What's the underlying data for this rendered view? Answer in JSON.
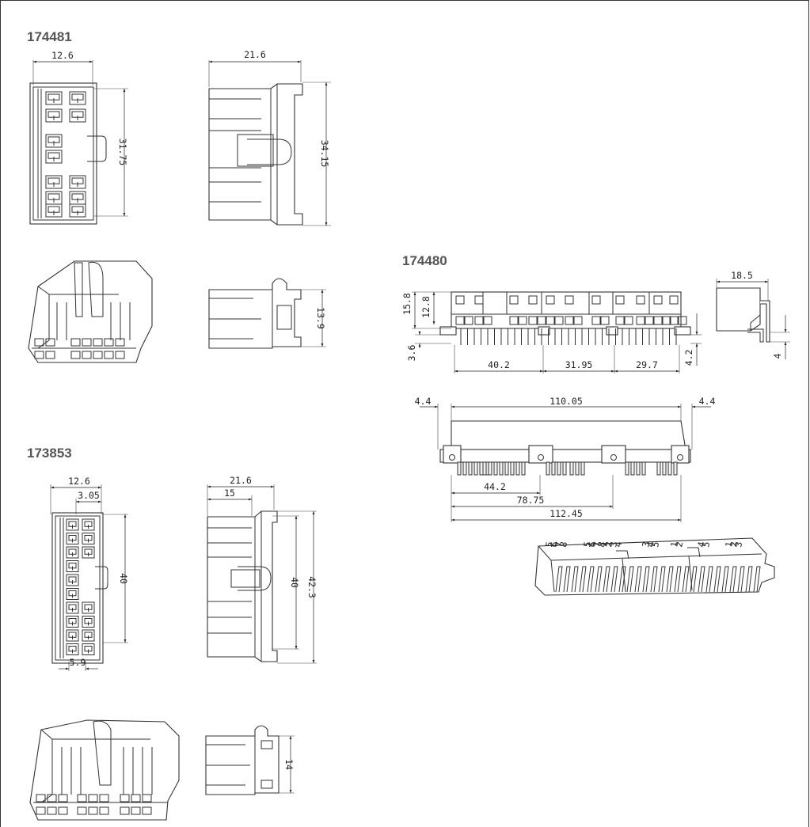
{
  "parts": {
    "p174481": "174481",
    "p174480": "174480",
    "p173853": "173853"
  },
  "dims": {
    "a_w": "12.6",
    "a_h": "31.75",
    "a_side_w": "21.6",
    "a_side_h": "34.15",
    "a_top_h": "13.9",
    "b_h1": "15.8",
    "b_h2": "12.8",
    "b_pin": "3.6",
    "b_s1": "40.2",
    "b_s2": "31.95",
    "b_s3": "29.7",
    "b_r": "4.2",
    "b_side_w": "18.5",
    "b_side_pin": "4",
    "b_edge_l": "4.4",
    "b_span": "110.05",
    "b_edge_r": "4.4",
    "b_m1": "44.2",
    "b_m2": "78.75",
    "b_total": "112.45",
    "c_w": "12.6",
    "c_off": "3.05",
    "c_h": "40",
    "c_bot": "5.9",
    "c_side_w": "21.6",
    "c_side_off": "15",
    "c_side_h1": "40",
    "c_side_h2": "42.3",
    "c_top_h": "14"
  },
  "pin_labels": [
    "5",
    "6",
    "7",
    "8",
    "5",
    "6",
    "7",
    "8",
    "1",
    "2",
    "3",
    "4",
    "3",
    "4",
    "5",
    "1",
    "2",
    "4",
    "5",
    "1",
    "2",
    "3"
  ]
}
